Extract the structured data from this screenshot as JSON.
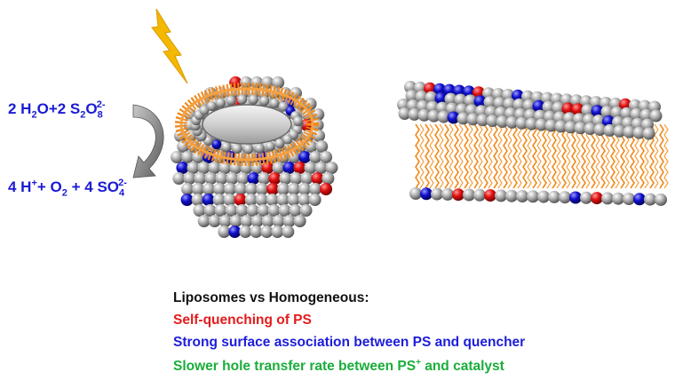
{
  "colors": {
    "photosensitizer": "#e01010",
    "quencher": "#1010cc",
    "headgroup": "#9a9a9a",
    "lipid_tail": "#f08a1c",
    "lightning": "#f5b800",
    "equation_text": "#1a1ad6",
    "caption_title": "#111111",
    "caption_red": "#e51b1b",
    "caption_blue": "#1d1ddb",
    "caption_green": "#1aad3a"
  },
  "icons": [
    "lightning-bolt-icon",
    "curved-arrow-icon"
  ],
  "reaction": {
    "reactants": {
      "h2o_coef": "2 H",
      "h2o_sub": "2",
      "h2o_tail": "O+2 S",
      "s_sub": "2",
      "o": "O",
      "o_sub": "8",
      "charge": "2-"
    },
    "products": {
      "h_coef": "4 H",
      "h_sup": "+",
      "plus1": "+ O",
      "o2_sub": "2",
      "plus2": " + 4 SO",
      "so4_sub": "4",
      "charge": "2-"
    }
  },
  "captions": {
    "title": "Liposomes vs Homogeneous:",
    "red": "Self-quenching of PS",
    "blue": "Strong surface association between PS and quencher",
    "green_a": "Slower hole transfer rate between PS",
    "green_sup": "+",
    "green_b": " and catalyst"
  }
}
